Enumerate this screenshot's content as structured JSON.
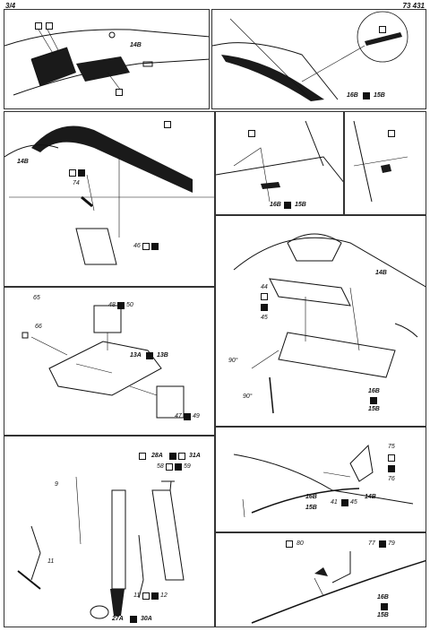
{
  "page": {
    "number": "3/4",
    "code": "73 431"
  },
  "panels": {
    "p1": {
      "part": "14B"
    },
    "p2": {
      "parts": [
        "16B",
        "15B"
      ]
    },
    "p3": {
      "part": "14B",
      "num": "74",
      "num2": "46"
    },
    "p4": {
      "parts": [
        "16B",
        "15B"
      ]
    },
    "p6": {
      "n65": "65",
      "n66": "66",
      "n48": "48",
      "n50": "50",
      "l13a": "13A",
      "l13b": "13B",
      "n47": "47",
      "n49": "49"
    },
    "p7": {
      "part": "14B",
      "n44": "44",
      "n45": "45",
      "a90": "90°",
      "b90": "90°",
      "parts": [
        "16B",
        "15B"
      ]
    },
    "p8": {
      "l28a": "28A",
      "l31a": "31A",
      "n58": "58",
      "n59": "59",
      "n9": "9",
      "n11": "11",
      "n11b": "11",
      "n12": "12",
      "l27a": "27A",
      "l30a": "30A"
    },
    "p9": {
      "n75": "75",
      "n76": "76",
      "part": "14B",
      "n41": "41",
      "n45": "45",
      "parts": [
        "16B",
        "15B"
      ]
    },
    "p10": {
      "n80": "80",
      "n77": "77",
      "n79": "79",
      "parts": [
        "16B",
        "15B"
      ]
    }
  },
  "colors": {
    "ink": "#111111",
    "paper": "#ffffff",
    "dark": "#1a1a1a"
  }
}
